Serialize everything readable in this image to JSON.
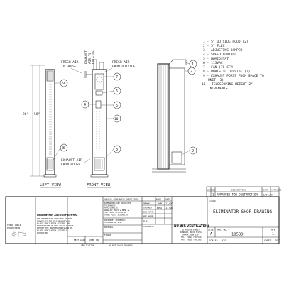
{
  "legend": [
    "1 - 5\" OUTSIDE HOOD (2)",
    "2 - 5\" FLEX",
    "3 - ADJUSTING DAMPER",
    "4 - SPEED CONTROL",
    "5 - HUMIDSTAT",
    "6 - 115VAC",
    "7 - FAN (78 CFM",
    "8 - PORTS TO OUTSIDE (2)",
    "9 - EXHAUST PORTS FROM SPACE TO",
    "UNIT (3)",
    "10 - TELESCOPING HEIGHT 2\"",
    "INCREMENTS"
  ],
  "callouts": {
    "fresh_air_house": [
      "FRESH AIR",
      "TO HOUSE"
    ],
    "exhaust_air_outside": [
      "EXHAUST",
      "AIR TO",
      "OUTSIDE"
    ],
    "fresh_air_outside": [
      "FRESH AIR",
      "FROM OUTSIDE"
    ],
    "exhaust_air_house": [
      "EXHAUST AIR",
      "FROM HOUSE"
    ],
    "dim_a": "96\"",
    "dim_b": "58\"",
    "balloons": [
      "1",
      "2",
      "3",
      "4",
      "5",
      "6",
      "7",
      "8",
      "9",
      "10"
    ]
  },
  "views": {
    "left": "LEFT VIEW",
    "front": "FRONT VIEW"
  },
  "revision": {
    "rev": "1",
    "desc": "APPROVED FOR DESTRUCTION",
    "date": "8/14/07",
    "headers": {
      "zone": "ZONE",
      "rev": "REV",
      "description": "DESCRIPTION",
      "date": "DATE",
      "approved": "APPROVED"
    }
  },
  "title_block": {
    "notes_header": "UNLESS OTHERWISE SPECIFIED:",
    "notes": [
      "DIMENSIONS ARE IN INCHES",
      "TOLERANCES:",
      "FRACTIONAL ±",
      "ANGULAR: MACH ±  BEND ±",
      "TWO PLACE DECIMAL  ±",
      "THREE PLACE DECIMAL  ±"
    ],
    "interpret": [
      "INTERPRET GEOMETRIC",
      "TOLERANCING PER:"
    ],
    "material_label": "MATERIAL",
    "finish_label": "FINISH",
    "next_assy": "NEXT ASSY",
    "used_on": "USED ON",
    "application": "APPLICATION",
    "do_not_scale": "DO NOT SCALE DRAWING",
    "proprietary_header": "PROPRIETARY AND CONFIDENTIAL",
    "proprietary_body": [
      "THE INFORMATION CONTAINED IN THIS",
      "DRAWING IS THE SOLE PROPERTY OF",
      "NU-AIR VENTILATION SYSTEMS. ANY",
      "REPRODUCTION IN PART OR AS A WHOLE",
      "WITHOUT THE WRITTEN PERMISSION OF",
      "NU-AIR VENTILATION SYSTEMS IS",
      "PROHIBITED."
    ],
    "projection": [
      "THIRD ANGLE",
      "PROJECTION"
    ],
    "name_header": "NAME",
    "date_header": "DATE",
    "rows": [
      {
        "label": "DRAWN",
        "name": "JWP",
        "date": "11/07"
      },
      {
        "label": "CHECKED",
        "name": "BKG",
        "date": "11/07"
      },
      {
        "label": "ENG APPR.",
        "name": "",
        "date": ""
      },
      {
        "label": "MFG APPR.",
        "name": "",
        "date": ""
      },
      {
        "label": "Q.A.",
        "name": "",
        "date": ""
      },
      {
        "label": "COMMENTS:",
        "name": "",
        "date": ""
      }
    ],
    "company": "NU-AIR VENTILATION",
    "address": [
      "35 HOLDEN STREET",
      "WINDSOR, NOVA SCOTIA",
      "CANADA, B0N 2T0",
      "TEL: (902) 798-5424",
      "FAX: (902) 798-2637"
    ],
    "title_label": "TITLE:",
    "title": "ELIMINATOR SHOP DRAWING",
    "size_label": "SIZE",
    "size": "A",
    "dwg_label": "DWG. NO.",
    "dwg_no": "10539",
    "rev_label": "REV",
    "rev": "1",
    "scale_label": "SCALE:",
    "scale": "NTS",
    "sheet": "SHEET 1 OF 1"
  }
}
